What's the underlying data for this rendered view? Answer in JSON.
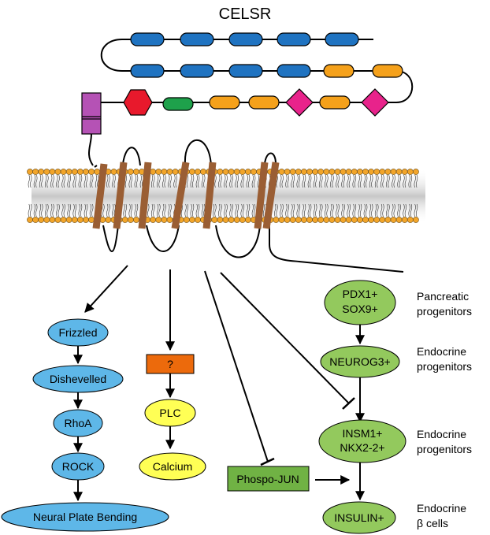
{
  "title": "CELSR",
  "colors": {
    "blue_domain": "#1f73c1",
    "orange_domain": "#f5a11b",
    "red_hexagon": "#e8192c",
    "green_domain": "#1ea14b",
    "magenta_diamond": "#e8238b",
    "purple_box": "#b552b5",
    "helix": "#9a5e34",
    "lipid_head": "#f2a52a",
    "node_blue": "#5eb7e8",
    "node_yellow": "#ffff55",
    "node_orange": "#ec6a0c",
    "node_green": "#93c95d",
    "phospho_green": "#70b244"
  },
  "wnt_pathway": {
    "frizzled": "Frizzled",
    "dishevelled": "Dishevelled",
    "rhoa": "RhoA",
    "rock": "ROCK",
    "neural_plate": "Neural Plate Bending"
  },
  "calcium_pathway": {
    "unknown": "?",
    "plc": "PLC",
    "calcium": "Calcium"
  },
  "pancreas_pathway": {
    "pdx1": "PDX1+",
    "sox9": "SOX9+",
    "neurog3": "NEUROG3+",
    "insm1": "INSM1+",
    "nkx22": "NKX2-2+",
    "insulin": "INSULIN+",
    "phospho_jun": "Phospo-JUN"
  },
  "stage_labels": {
    "pancreatic_1": "Pancreatic",
    "pancreatic_2": "progenitors",
    "endocrine_a1": "Endocrine",
    "endocrine_a2": "progenitors",
    "endocrine_b1": "Endocrine",
    "endocrine_b2": "progenitors",
    "endocrine_c1": "Endocrine",
    "endocrine_c2": "β cells"
  }
}
